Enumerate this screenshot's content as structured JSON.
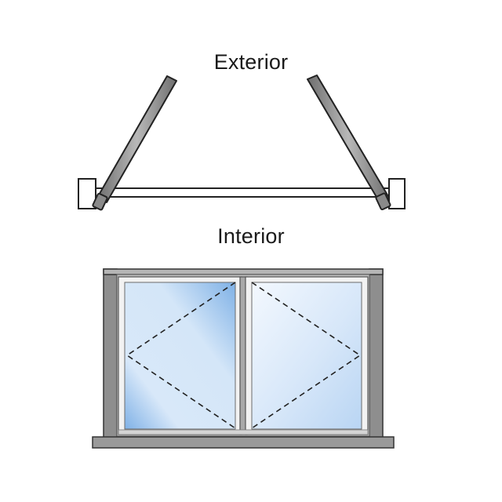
{
  "labels": {
    "exterior": "Exterior",
    "interior": "Interior"
  },
  "colors": {
    "frame": "#8e8e8e",
    "frame_stroke": "#333333",
    "sash": "#b3b3b3",
    "sash_light": "#efefef",
    "glass_light": "#eef5fd",
    "glass_mid": "#c2dcf6",
    "glass_dark": "#7fb1e6",
    "sill": "#9a9a9a",
    "dash": "#222222"
  },
  "window": {
    "panels": 2,
    "opening_indicator": "dashed-diamond"
  }
}
